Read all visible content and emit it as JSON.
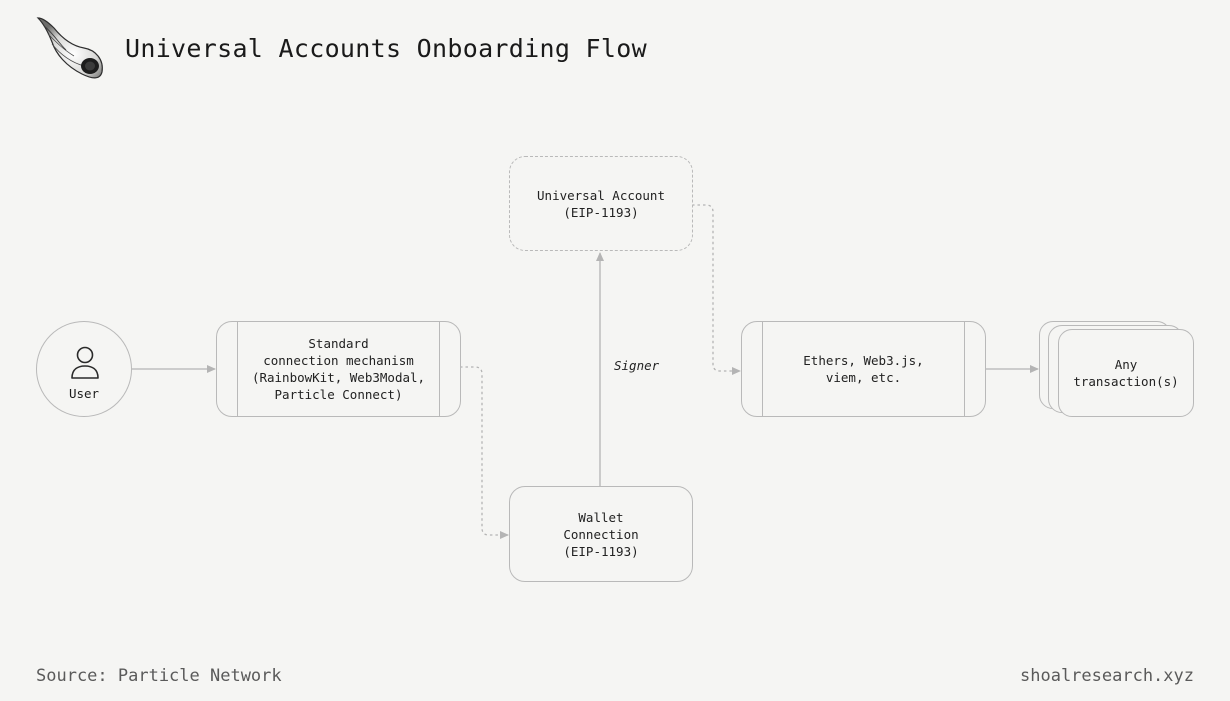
{
  "header": {
    "title": "Universal Accounts Onboarding Flow",
    "logo_icon": "shell-icon"
  },
  "nodes": {
    "user": {
      "label": "User",
      "icon": "user-icon"
    },
    "standard": {
      "label": "Standard\nconnection mechanism\n(RainbowKit, Web3Modal,\nParticle Connect)"
    },
    "universal_account": {
      "label": "Universal Account\n(EIP-1193)"
    },
    "wallet_connection": {
      "label": "Wallet\nConnection\n(EIP-1193)"
    },
    "libraries": {
      "label": "Ethers, Web3.js,\nviem, etc."
    },
    "transactions": {
      "label": "Any\ntransaction(s)"
    }
  },
  "edges": {
    "signer_label": "Signer"
  },
  "footer": {
    "source": "Source: Particle Network",
    "site": "shoalresearch.xyz"
  },
  "colors": {
    "background": "#f5f5f3",
    "stroke": "#b9b9b9",
    "text": "#1c1c1c",
    "muted_text": "#5a5a5a"
  }
}
